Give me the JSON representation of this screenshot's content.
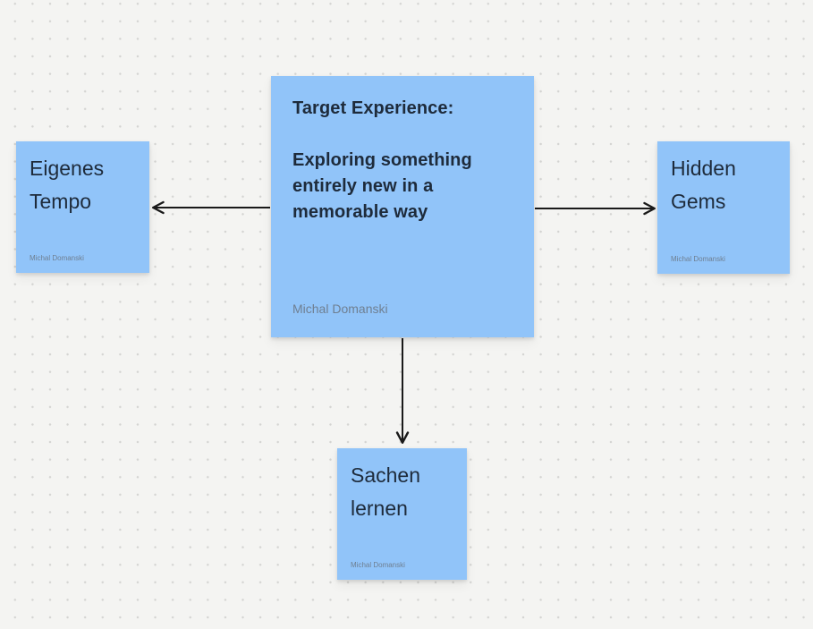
{
  "canvas": {
    "background_color": "#F4F4F2",
    "dot_grid_color": "#D4D4D2",
    "sticky_color": "#91C4F9",
    "note_text_color": "#1E2B3B",
    "author_text_color": "#6F7F91",
    "connector_color": "#1A1A1A"
  },
  "notes": {
    "center": {
      "title": "Target Experience:",
      "body": "Exploring something entirely new in a memorable way",
      "author": "Michal Domanski"
    },
    "left": {
      "label": "Eigenes Tempo",
      "author": "Michal Domanski"
    },
    "right": {
      "label": "Hidden Gems",
      "author": "Michal Domanski"
    },
    "bottom": {
      "label": "Sachen lernen",
      "author": "Michal Domanski"
    }
  }
}
